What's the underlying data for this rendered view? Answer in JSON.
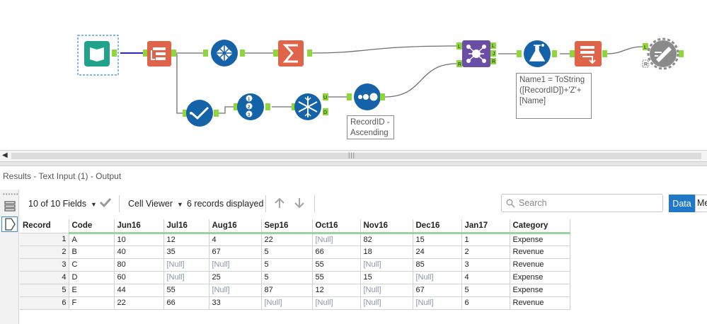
{
  "workflow": {
    "tools": [
      {
        "name": "text-input-tool"
      },
      {
        "name": "select-tool"
      },
      {
        "name": "transpose-tool"
      },
      {
        "name": "summarize-tool"
      },
      {
        "name": "join-tool"
      },
      {
        "name": "formula-tool"
      },
      {
        "name": "cross-tab-tool"
      },
      {
        "name": "browse-tool"
      },
      {
        "name": "filter-tool"
      },
      {
        "name": "record-id-tool"
      },
      {
        "name": "unique-tool"
      },
      {
        "name": "sort-tool"
      }
    ],
    "anchor_labels": {
      "join_left": "L",
      "join_right": "R",
      "join_out_left": "L",
      "join_out_join": "J",
      "join_out_right": "R",
      "unique_out": "U",
      "unique_dup": "D",
      "browse_left": "L",
      "browse_right": "R"
    },
    "annotations": {
      "sort": "RecordID -\nAscending",
      "formula": "Name1 = ToString\n([RecordID])+'Z'+\n[Name]"
    },
    "colors": {
      "input_green": "#20a38a",
      "prep_blue": "#1462a7",
      "transform_orange": "#e0644a",
      "join_purple": "#6b4fa6",
      "reporting_gray": "#8a8a8a",
      "selection_border": "#3b8ad9",
      "anchor_green": "#8ed63c"
    }
  },
  "splitter": {
    "grip": "|||"
  },
  "results": {
    "title": "Results - Text Input (1) - Output",
    "fields_selector": "10 of 10 Fields",
    "viewer_selector": "Cell Viewer",
    "records_displayed": "6 records displayed",
    "search_placeholder": "Search",
    "data_button": "Data",
    "metadata_button": "Metadata"
  },
  "table": {
    "headers": [
      "Record",
      "Code",
      "Jun16",
      "Jul16",
      "Aug16",
      "Sep16",
      "Oct16",
      "Nov16",
      "Dec16",
      "Jan17",
      "Category"
    ],
    "rows": [
      [
        "1",
        "A",
        "10",
        "12",
        "4",
        "22",
        "[Null]",
        "82",
        "15",
        "1",
        "Expense"
      ],
      [
        "2",
        "B",
        "40",
        "35",
        "67",
        "5",
        "66",
        "18",
        "24",
        "2",
        "Revenue"
      ],
      [
        "3",
        "C",
        "80",
        "[Null]",
        "[Null]",
        "5",
        "55",
        "[Null]",
        "85",
        "3",
        "Revenue"
      ],
      [
        "4",
        "D",
        "60",
        "[Null]",
        "25",
        "5",
        "55",
        "15",
        "[Null]",
        "4",
        "Expense"
      ],
      [
        "5",
        "E",
        "44",
        "55",
        "[Null]",
        "87",
        "12",
        "[Null]",
        "67",
        "5",
        "Expense"
      ],
      [
        "6",
        "F",
        "22",
        "66",
        "33",
        "[Null]",
        "[Null]",
        "[Null]",
        "[Null]",
        "6",
        "Revenue"
      ]
    ]
  }
}
